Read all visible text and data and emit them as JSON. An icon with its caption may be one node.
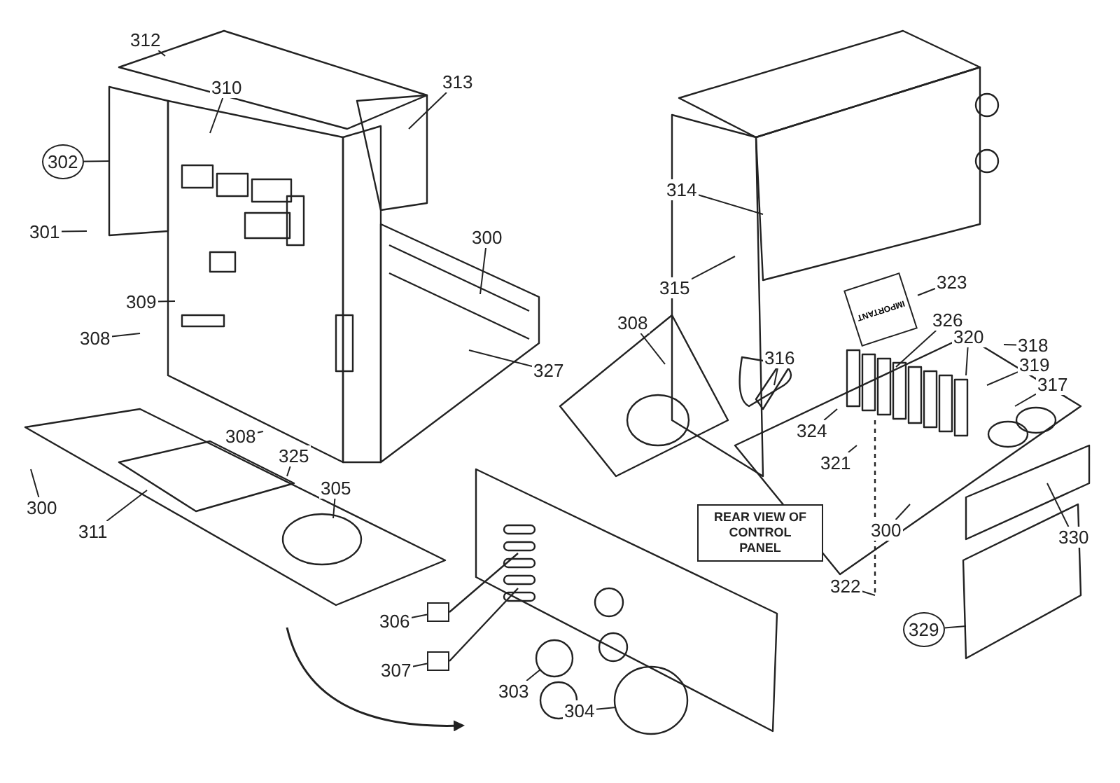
{
  "diagram": {
    "nodes": [
      {
        "text": [
          "312"
        ]
      },
      {
        "text": [
          "310"
        ]
      },
      {
        "text": [
          "313"
        ]
      },
      {
        "text": [
          "302"
        ]
      },
      {
        "text": [
          "301"
        ]
      },
      {
        "text": [
          "300"
        ]
      },
      {
        "text": [
          "309"
        ]
      },
      {
        "text": [
          "308"
        ]
      },
      {
        "text": [
          "327"
        ]
      },
      {
        "text": [
          "314"
        ]
      },
      {
        "text": [
          "315"
        ]
      },
      {
        "text": [
          "323"
        ]
      },
      {
        "text": [
          "308"
        ]
      },
      {
        "text": [
          "316"
        ]
      },
      {
        "text": [
          "326"
        ]
      },
      {
        "text": [
          "320"
        ]
      },
      {
        "text": [
          "318"
        ]
      },
      {
        "text": [
          "319"
        ]
      },
      {
        "text": [
          "317"
        ]
      },
      {
        "text": [
          "324"
        ]
      },
      {
        "text": [
          "321"
        ]
      },
      {
        "text": [
          "300"
        ]
      },
      {
        "text": [
          "311"
        ]
      },
      {
        "text": [
          "308"
        ]
      },
      {
        "text": [
          "325"
        ]
      },
      {
        "text": [
          "305"
        ]
      },
      {
        "text": [
          "300"
        ]
      },
      {
        "text": [
          "330"
        ]
      },
      {
        "text": [
          "REAR VIEW OF CONTROL PANEL"
        ]
      },
      {
        "text": [
          "322"
        ]
      },
      {
        "text": [
          "329"
        ]
      },
      {
        "text": [
          "306"
        ]
      },
      {
        "text": [
          "307"
        ]
      },
      {
        "text": [
          "303"
        ]
      },
      {
        "text": [
          "304"
        ]
      },
      {
        "text": [
          "IMPORTANT"
        ]
      },
      {
        "text": [],
        "shape": "box"
      },
      {
        "text": [],
        "shape": "box"
      }
    ],
    "edges": [
      {
        "from": 0,
        "to": null,
        "arrow": "none"
      },
      {
        "from": 1,
        "to": null,
        "arrow": "none"
      },
      {
        "from": 2,
        "to": null,
        "arrow": "none"
      },
      {
        "from": 3,
        "to": null,
        "arrow": "none"
      },
      {
        "from": 4,
        "to": null,
        "arrow": "none"
      },
      {
        "from": 5,
        "to": null,
        "arrow": "none"
      },
      {
        "from": 6,
        "to": null,
        "arrow": "none"
      },
      {
        "from": 7,
        "to": null,
        "arrow": "none"
      },
      {
        "from": 8,
        "to": null,
        "arrow": "none"
      },
      {
        "from": 9,
        "to": null,
        "arrow": "none"
      },
      {
        "from": 10,
        "to": null,
        "arrow": "none"
      },
      {
        "from": 11,
        "to": 35,
        "arrow": "none"
      },
      {
        "from": 12,
        "to": null,
        "arrow": "none"
      },
      {
        "from": 13,
        "to": null,
        "arrow": "none"
      },
      {
        "from": 14,
        "to": null,
        "arrow": "none"
      },
      {
        "from": 15,
        "to": null,
        "arrow": "none"
      },
      {
        "from": 16,
        "to": null,
        "arrow": "none"
      },
      {
        "from": 17,
        "to": null,
        "arrow": "none"
      },
      {
        "from": 18,
        "to": null,
        "arrow": "none"
      },
      {
        "from": 19,
        "to": null,
        "arrow": "none"
      },
      {
        "from": 20,
        "to": null,
        "arrow": "none"
      },
      {
        "from": 21,
        "to": null,
        "arrow": "none"
      },
      {
        "from": 22,
        "to": null,
        "arrow": "none"
      },
      {
        "from": 23,
        "to": null,
        "arrow": "none"
      },
      {
        "from": 24,
        "to": null,
        "arrow": "none"
      },
      {
        "from": 25,
        "to": null,
        "arrow": "none"
      },
      {
        "from": 26,
        "to": null,
        "arrow": "none"
      },
      {
        "from": 27,
        "to": null,
        "arrow": "none"
      },
      {
        "from": 29,
        "to": null,
        "arrow": "none"
      },
      {
        "from": 30,
        "to": null,
        "arrow": "none"
      },
      {
        "from": 31,
        "to": 36,
        "arrow": "none"
      },
      {
        "from": 32,
        "to": 37,
        "arrow": "none"
      },
      {
        "from": 33,
        "to": null,
        "arrow": "none"
      },
      {
        "from": 34,
        "to": null,
        "arrow": "none"
      }
    ]
  }
}
